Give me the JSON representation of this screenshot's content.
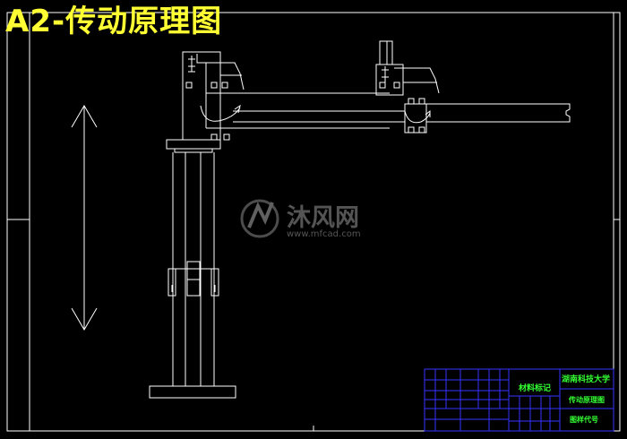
{
  "overlay_title": "A2-传动原理图",
  "watermark": {
    "brand": "沐风网",
    "url": "www.mfcad.com"
  },
  "title_block": {
    "mark_label": "材料标记",
    "school": "湖南科技大学",
    "drawing_name": "传动原理图",
    "drawing_code": "图样代号"
  },
  "colors": {
    "background": "#000000",
    "lines": "#ffffff",
    "title": "#ffff33",
    "title_block_grid": "#3333ff",
    "title_block_text": "#33ff33",
    "watermark": "#8a8a8a"
  }
}
